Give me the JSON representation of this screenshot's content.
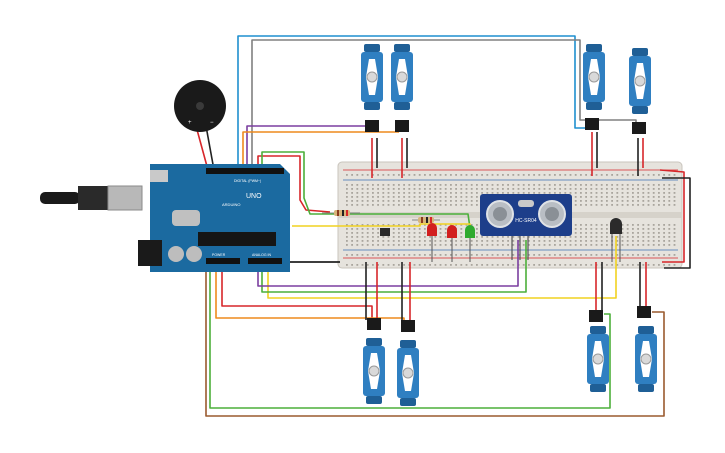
{
  "diagram": {
    "board_labels": {
      "brand": "UNO",
      "model": "ARDUINO",
      "digital": "DIGITAL (PWM~)",
      "power": "POWER",
      "analog": "ANALOG IN"
    },
    "sensor_label": "HC-SR04",
    "buzzer_pins": {
      "plus": "+",
      "minus": "−"
    },
    "colors": {
      "servo_blue": "#2f7fc1",
      "servo_dark": "#1f5f96",
      "arduino_blue": "#1b6aa0",
      "breadboard": "#e6e3dd",
      "wire_red": "#d7262a",
      "wire_black": "#222222",
      "wire_orange": "#ee8a1d",
      "wire_yellow": "#f1d221",
      "wire_green": "#4caf3a",
      "wire_purple": "#7b3fa0",
      "wire_blue": "#1f8fcf",
      "wire_brown": "#9a5a2e",
      "wire_gray": "#808080",
      "led_red": "#d21f1f",
      "led_green": "#2faa2f"
    },
    "components": [
      "arduino-uno",
      "breadboard",
      "piezo-buzzer",
      "ultrasonic-sensor",
      "temperature-sensor",
      "servo",
      "led",
      "resistor"
    ]
  }
}
